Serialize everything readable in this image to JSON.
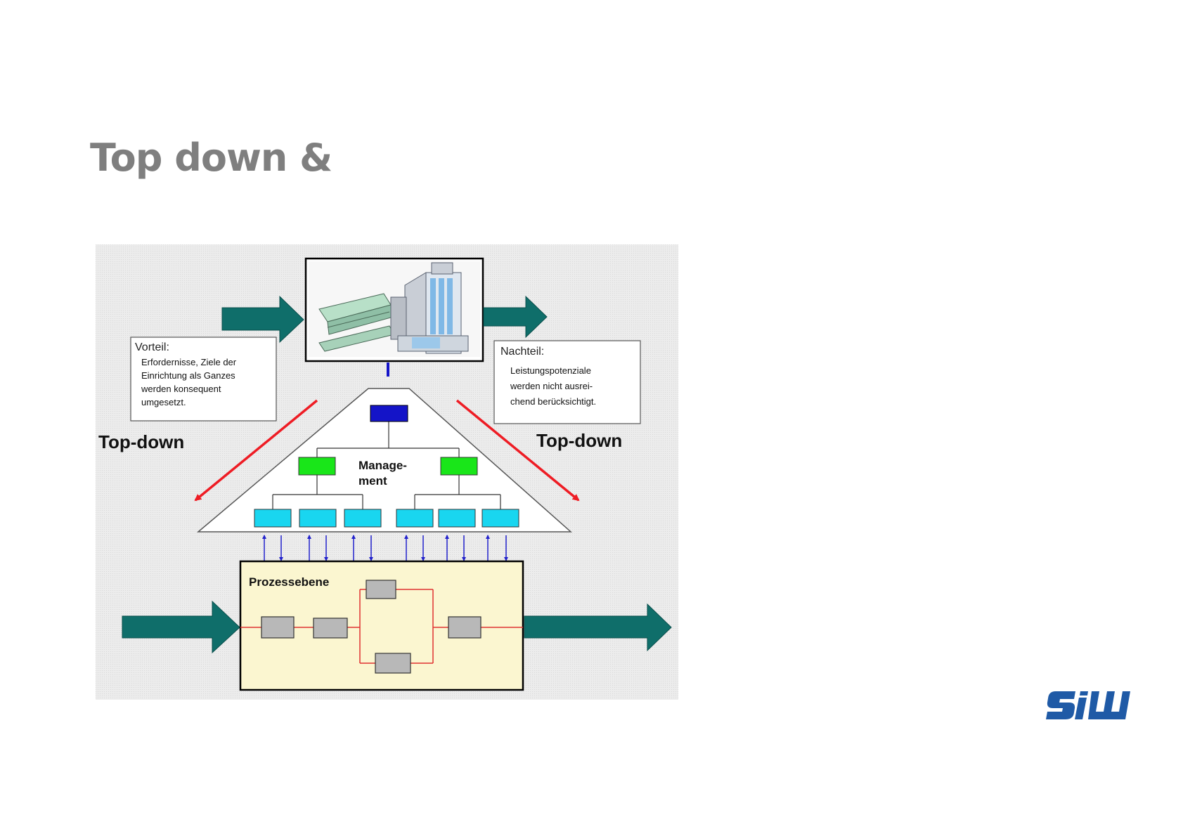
{
  "slide": {
    "title": "Top down &"
  },
  "diagram": {
    "vorteil": {
      "heading": "Vorteil:",
      "lines": [
        "Erfordernisse, Ziele der",
        "Einrichtung als Ganzes",
        "werden konsequent",
        "umgesetzt."
      ]
    },
    "nachteil": {
      "heading": "Nachteil:",
      "lines": [
        "Leistungspotenziale",
        "werden nicht ausrei-",
        "chend berücksichtigt."
      ]
    },
    "left_label": "Top-down",
    "right_label": "Top-down",
    "management_label": [
      "Manage-",
      "ment"
    ],
    "process_label": "Prozessebene"
  },
  "colors": {
    "title": "#7f7f7f",
    "teal_arrow": "#0f6e6a",
    "red_arrow": "#ee1c24",
    "top_box": "#1414c8",
    "mid_box": "#19e619",
    "bottom_box": "#19d6f0",
    "process_bg": "#fbf6d0",
    "logo": "#1f5aa6"
  },
  "logo": {
    "text": "SIW"
  }
}
